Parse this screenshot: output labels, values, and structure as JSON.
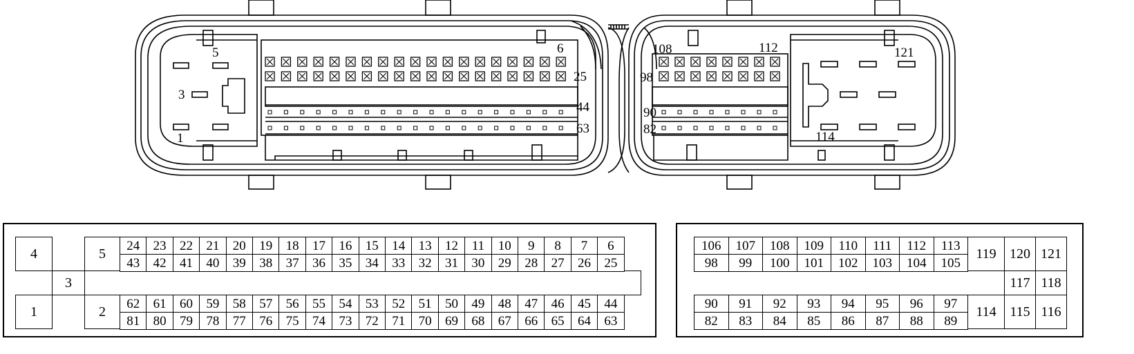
{
  "connector": {
    "left_labels": {
      "p5": "5",
      "p3": "3",
      "p1": "1",
      "p6": "6",
      "p25": "25",
      "p44": "44",
      "p63": "63"
    },
    "right_labels": {
      "p108": "108",
      "p112": "112",
      "p98": "98",
      "p90": "90",
      "p82": "82",
      "p121": "121",
      "p114": "114"
    }
  },
  "left_table": {
    "p4": "4",
    "p3": "3",
    "p1": "1",
    "p5": "5",
    "p2": "2",
    "row1": [
      "24",
      "23",
      "22",
      "21",
      "20",
      "19",
      "18",
      "17",
      "16",
      "15",
      "14",
      "13",
      "12",
      "11",
      "10",
      "9",
      "8",
      "7",
      "6"
    ],
    "row2": [
      "43",
      "42",
      "41",
      "40",
      "39",
      "38",
      "37",
      "36",
      "35",
      "34",
      "33",
      "32",
      "31",
      "30",
      "29",
      "28",
      "27",
      "26",
      "25"
    ],
    "row3": [
      "62",
      "61",
      "60",
      "59",
      "58",
      "57",
      "56",
      "55",
      "54",
      "53",
      "52",
      "51",
      "50",
      "49",
      "48",
      "47",
      "46",
      "45",
      "44"
    ],
    "row4": [
      "81",
      "80",
      "79",
      "78",
      "77",
      "76",
      "75",
      "74",
      "73",
      "72",
      "71",
      "70",
      "69",
      "68",
      "67",
      "66",
      "65",
      "64",
      "63"
    ]
  },
  "right_table": {
    "row1": [
      "106",
      "107",
      "108",
      "109",
      "110",
      "111",
      "112",
      "113"
    ],
    "row2": [
      "98",
      "99",
      "100",
      "101",
      "102",
      "103",
      "104",
      "105"
    ],
    "row3": [
      "90",
      "91",
      "92",
      "93",
      "94",
      "95",
      "96",
      "97"
    ],
    "row4": [
      "82",
      "83",
      "84",
      "85",
      "86",
      "87",
      "88",
      "89"
    ],
    "p119": "119",
    "p120": "120",
    "p121": "121",
    "p117": "117",
    "p118": "118",
    "p114": "114",
    "p115": "115",
    "p116": "116"
  }
}
